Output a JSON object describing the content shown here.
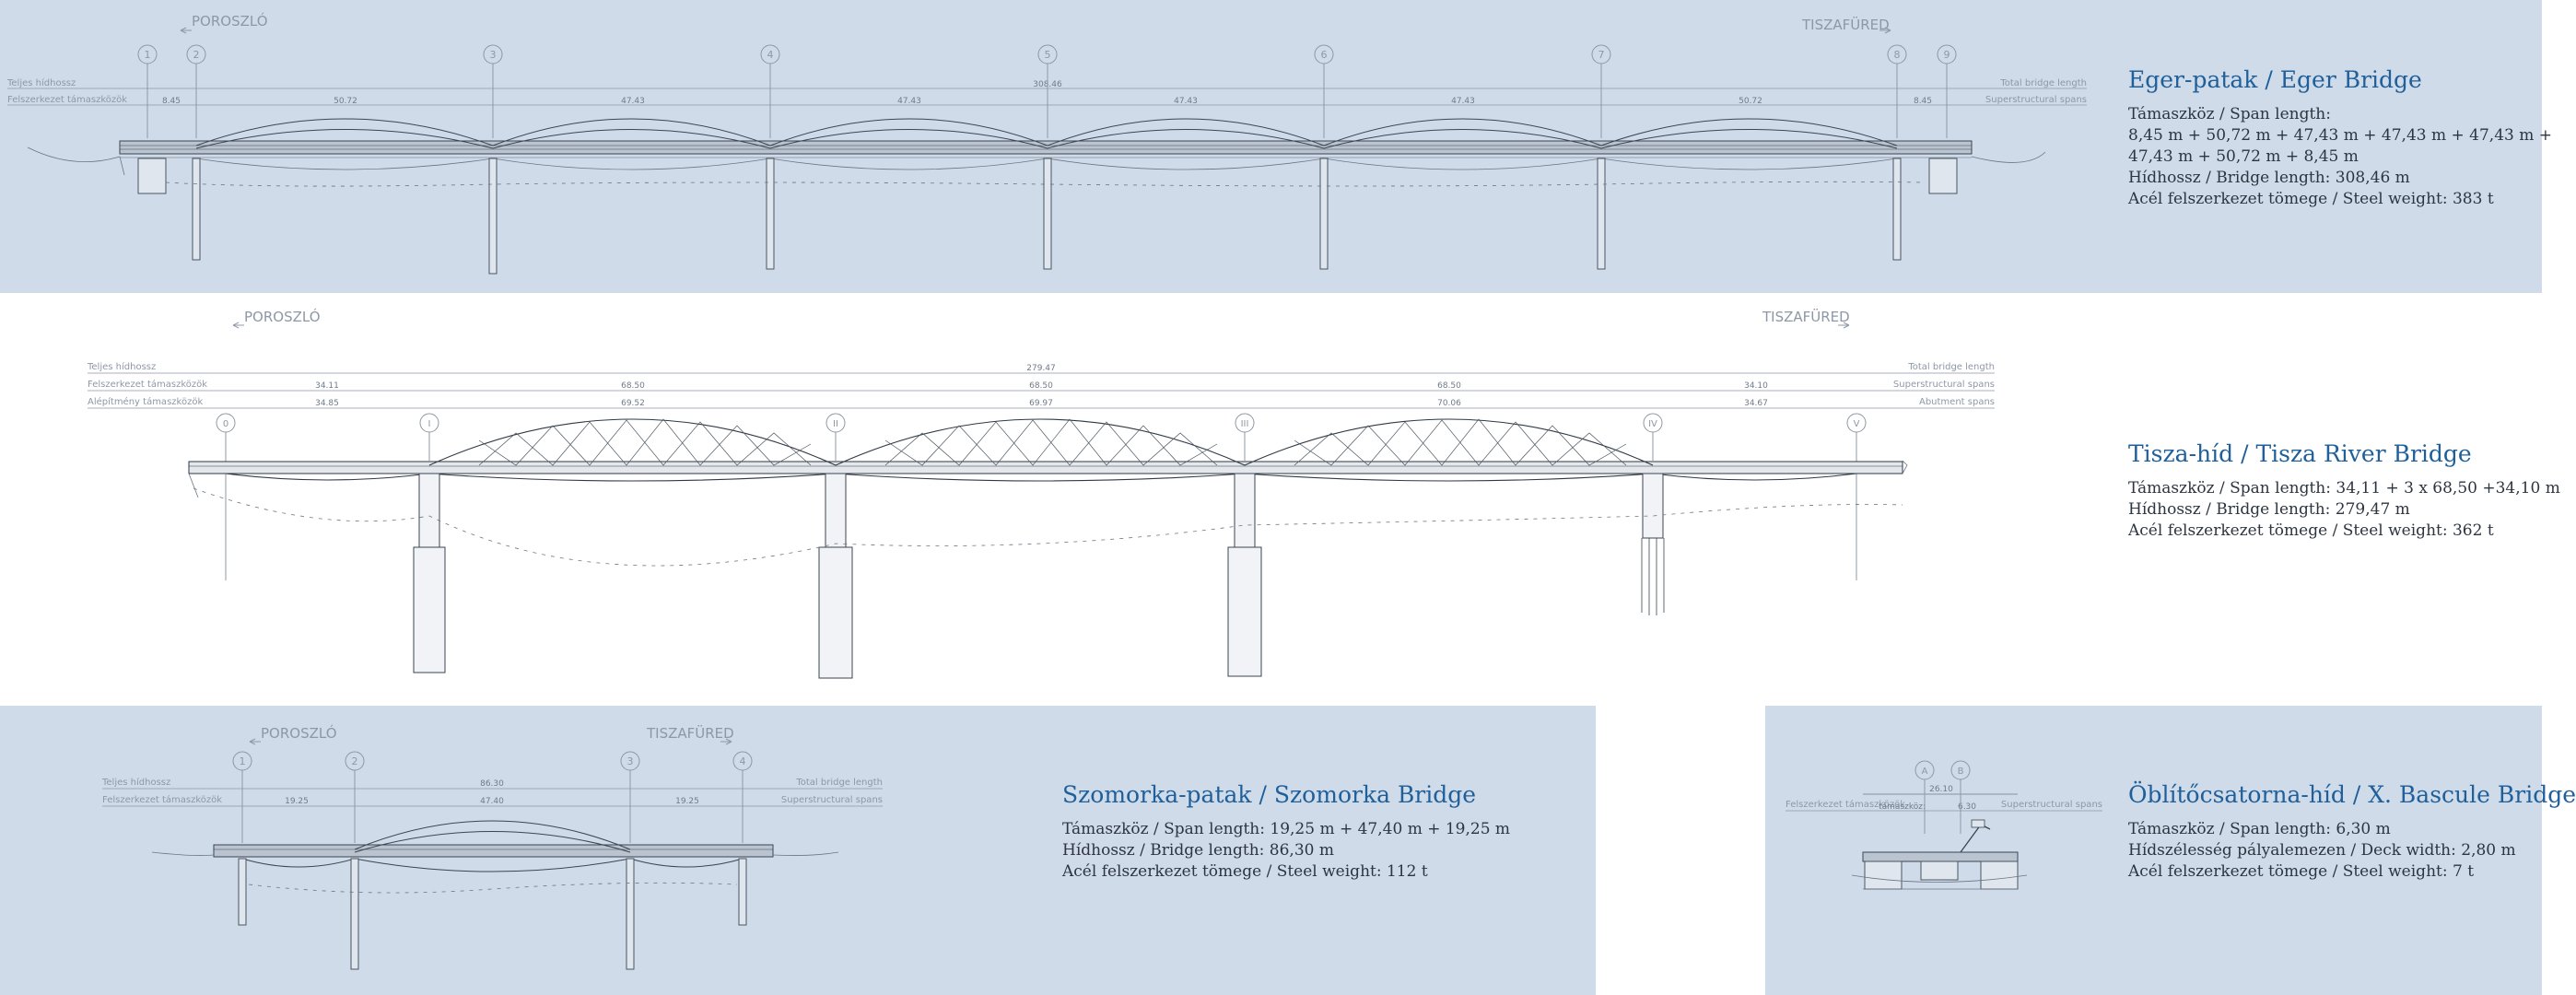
{
  "eger": {
    "title": "Eger-patak / Eger Bridge",
    "lines": [
      "Támaszköz / Span length:",
      "8,45 m + 50,72 m + 47,43 m + 47,43 m + 47,43 m +",
      "47,43 m + 50,72 m + 8,45 m",
      "Hídhossz / Bridge length: 308,46 m",
      "Acél felszerkezet tömege / Steel weight: 383 t"
    ],
    "drawing": {
      "dir_left": "POROSZLÓ",
      "dir_right": "TISZAFÜRED",
      "row_labels": [
        "Teljes hídhossz",
        "Felszerkezet támaszközök"
      ],
      "row_labels_en": [
        "Total bridge length",
        "Superstructural spans"
      ],
      "total": "308.46",
      "spans": [
        "8.45",
        "50.72",
        "47.43",
        "47.43",
        "47.43",
        "47.43",
        "50.72",
        "8.45"
      ],
      "supports": [
        "1",
        "2",
        "3",
        "4",
        "5",
        "6",
        "7",
        "8",
        "9"
      ]
    }
  },
  "tisza": {
    "title": "Tisza-híd / Tisza River Bridge",
    "lines": [
      "Támaszköz / Span length: 34,11 + 3 x 68,50 +34,10 m",
      "Hídhossz / Bridge length: 279,47 m",
      "Acél felszerkezet tömege / Steel weight: 362 t"
    ],
    "drawing": {
      "dir_left": "POROSZLÓ",
      "dir_right": "TISZAFÜRED",
      "row_labels": [
        "Teljes hídhossz",
        "Felszerkezet támaszközök",
        "Alépítmény támaszközök"
      ],
      "row_labels_en": [
        "Total bridge length",
        "Superstructural spans",
        "Abutment spans"
      ],
      "total": "279.47",
      "spans_super": [
        "34.11",
        "68.50",
        "68.50",
        "68.50",
        "34.10"
      ],
      "spans_sub": [
        "34.85",
        "69.52",
        "69.97",
        "70.06",
        "34.67"
      ],
      "supports": [
        "0",
        "I",
        "II",
        "III",
        "IV",
        "V"
      ]
    }
  },
  "szomorka": {
    "title": "Szomorka-patak / Szomorka Bridge",
    "lines": [
      "Támaszköz / Span length:  19,25 m + 47,40 m + 19,25 m",
      "Hídhossz / Bridge length: 86,30 m",
      "Acél felszerkezet tömege / Steel weight: 112 t"
    ],
    "drawing": {
      "dir_left": "POROSZLÓ",
      "dir_right": "TISZAFÜRED",
      "row_labels": [
        "Teljes hídhossz",
        "Felszerkezet támaszközök"
      ],
      "row_labels_en": [
        "Total bridge length",
        "Superstructural spans"
      ],
      "total": "86.30",
      "spans": [
        "19.25",
        "47.40",
        "19.25"
      ],
      "supports": [
        "1",
        "2",
        "3",
        "4"
      ]
    }
  },
  "oblito": {
    "title": "Öblítőcsatorna-híd / X. Bascule Bridge",
    "lines": [
      "Támaszköz / Span length: 6,30 m",
      "Hídszélesség pályalemezen / Deck width: 2,80 m",
      "Acél felszerkezet tömege / Steel weight: 7 t"
    ],
    "drawing": {
      "row_label": "Felszerkezet támaszközök",
      "row_label_en": "Superstructural spans",
      "total": "26.10",
      "span": "6.30",
      "span_label": "támaszköz:",
      "supports": [
        "A",
        "B"
      ]
    }
  }
}
